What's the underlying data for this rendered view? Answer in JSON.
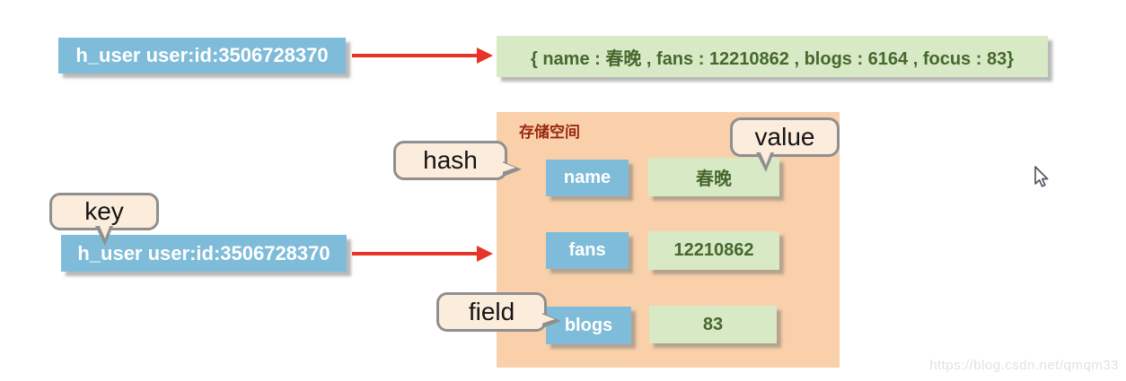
{
  "top_mapping": {
    "key": "h_user user:id:3506728370",
    "value": "{ name : 春晚 , fans : 12210862 , blogs : 6164 , focus : 83}"
  },
  "storage": {
    "title": "存储空间",
    "rows": [
      {
        "field": "name",
        "value": "春晚"
      },
      {
        "field": "fans",
        "value": "12210862"
      },
      {
        "field": "blogs",
        "value": "83"
      }
    ]
  },
  "bottom_mapping": {
    "key": "h_user user:id:3506728370"
  },
  "callouts": {
    "hash": "hash",
    "value": "value",
    "key": "key",
    "field": "field"
  },
  "watermark": "https://blog.csdn.net/qmqm33",
  "colors": {
    "key_box_bg": "#7fbcd9",
    "value_box_bg": "#d7eac5",
    "value_text": "#47672f",
    "storage_bg": "#f9d0a9",
    "storage_title": "#9c2812",
    "callout_bg": "#fcecdc",
    "callout_border": "#8f8f8f",
    "arrow": "#e63426"
  }
}
